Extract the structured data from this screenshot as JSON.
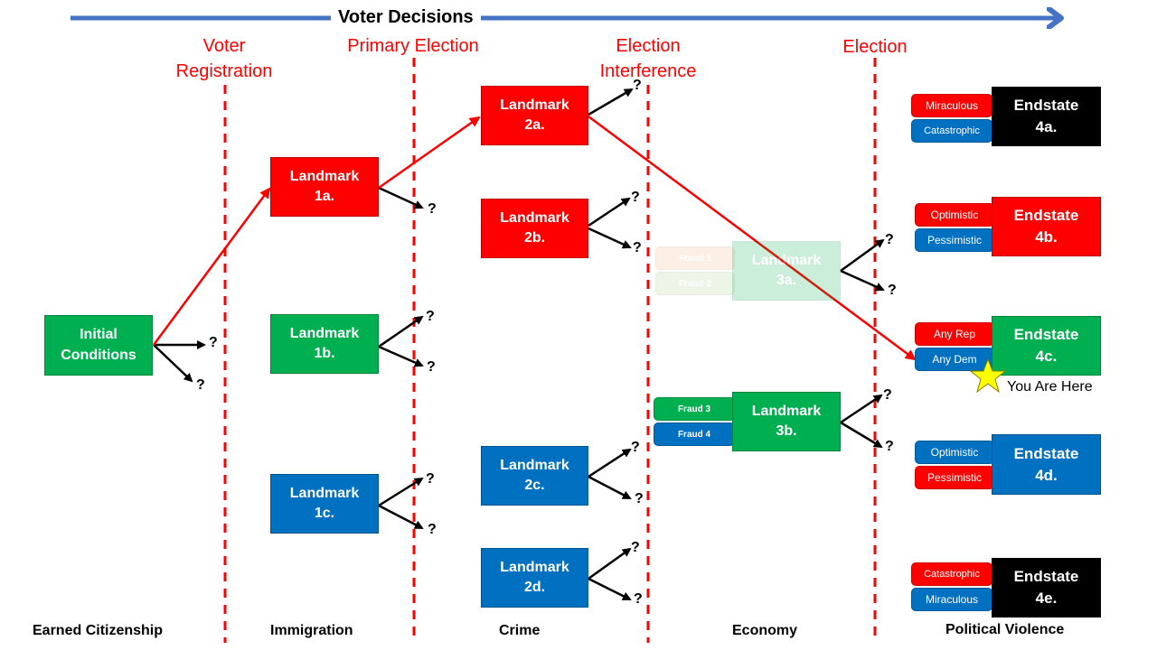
{
  "timeline_title": "Voter Decisions",
  "phases": {
    "voter_registration": "Voter\nRegistration",
    "primary_election": "Primary Election",
    "election_interference": "Election\nInterference",
    "election": "Election"
  },
  "categories": {
    "earned_citizenship": "Earned Citizenship",
    "immigration": "Immigration",
    "crime": "Crime",
    "economy": "Economy",
    "political_violence": "Political Violence"
  },
  "nodes": {
    "initial": "Initial\nConditions",
    "l1a": "Landmark\n1a.",
    "l1b": "Landmark\n1b.",
    "l1c": "Landmark\n1c.",
    "l2a": "Landmark\n2a.",
    "l2b": "Landmark\n2b.",
    "l2c": "Landmark\n2c.",
    "l2d": "Landmark\n2d.",
    "l3a": "Landmark\n3a.",
    "l3b": "Landmark\n3b.",
    "e4a": "Endstate\n4a.",
    "e4b": "Endstate\n4b.",
    "e4c": "Endstate\n4c.",
    "e4d": "Endstate\n4d.",
    "e4e": "Endstate\n4e."
  },
  "tags": {
    "e4a_top": "Miraculous",
    "e4a_bottom": "Catastrophic",
    "e4b_top": "Optimistic",
    "e4b_bottom": "Pessimistic",
    "e4c_top": "Any Rep",
    "e4c_bottom": "Any Dem",
    "e4d_top": "Optimistic",
    "e4d_bottom": "Pessimistic",
    "e4e_top": "Catastrophic",
    "e4e_bottom": "Miraculous",
    "fraud1": "Fraud 1",
    "fraud2": "Fraud 2",
    "fraud3": "Fraud 3",
    "fraud4": "Fraud 4"
  },
  "unknown_outcome": "?",
  "you_are_here": "You Are Here",
  "colors": {
    "green": "#00b050",
    "red": "#ff0000",
    "blue": "#0070c0",
    "black": "#000000",
    "axis": "#4472c4",
    "star": "#ffff00"
  }
}
